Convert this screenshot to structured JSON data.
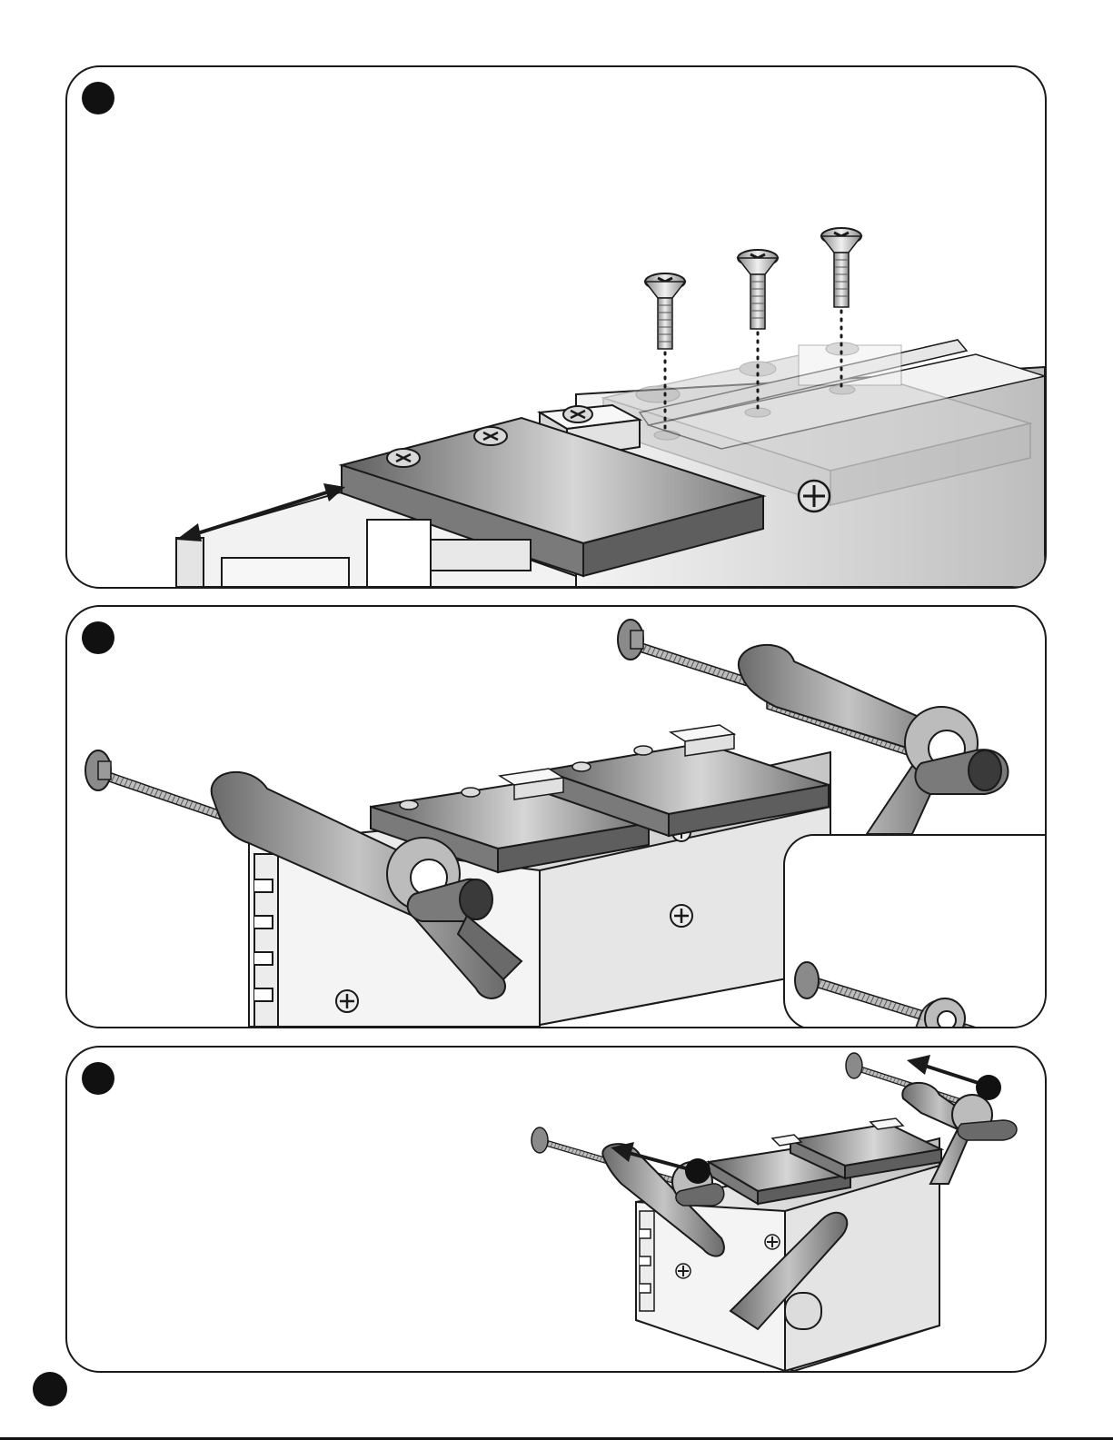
{
  "steps": [
    {
      "id": "step-1",
      "indicator": "filled-circle",
      "content": "top-plate-screws"
    },
    {
      "id": "step-2",
      "indicator": "filled-circle",
      "content": "clamp-rods-attachment",
      "inset": "clamp-detail"
    },
    {
      "id": "step-3",
      "indicator": "filled-circle",
      "content": "clamp-assembly-slide"
    }
  ],
  "icons": [
    "phillips-screw-icon",
    "double-arrow-icon",
    "arrow-left-icon",
    "clamp-knob-icon",
    "threaded-rod-icon"
  ],
  "colors": {
    "outline": "#1a1a1a",
    "plate_dark": "#6e6e6e",
    "plate_light": "#cfcfcf",
    "body_light": "#ededed",
    "ghost": "#d9d9d9"
  },
  "page_marker": "filled-circle"
}
